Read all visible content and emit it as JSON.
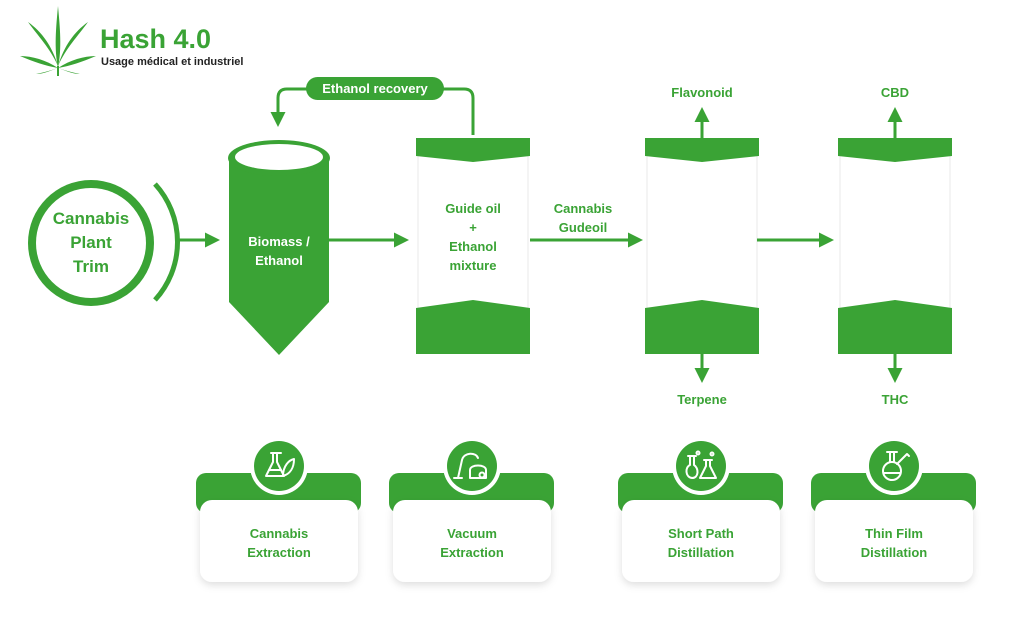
{
  "brand": {
    "title": "Hash 4.0",
    "subtitle": "Usage médical et industriel",
    "logo_icon": "cannabis-leaf-icon"
  },
  "colors": {
    "green": "#3aa335",
    "white": "#ffffff",
    "text_dark": "#222222"
  },
  "flow": {
    "source": {
      "line1": "Cannabis",
      "line2": "Plant",
      "line3": "Trim"
    },
    "recovery_label": "Ethanol recovery",
    "tank1": {
      "line1": "Biomass /",
      "line2": "Ethanol"
    },
    "tank2": {
      "line1": "Guide oil",
      "line2": "+",
      "line3": "Ethanol",
      "line4": "mixture"
    },
    "between_label": {
      "line1": "Cannabis",
      "line2": "Gudeoil"
    },
    "tank3": {
      "top_output": "Flavonoid",
      "bottom_output": "Terpene"
    },
    "tank4": {
      "top_output": "CBD",
      "bottom_output": "THC"
    }
  },
  "stages": [
    {
      "line1": "Cannabis",
      "line2": "Extraction",
      "icon": "flask-leaf-icon"
    },
    {
      "line1": "Vacuum",
      "line2": "Extraction",
      "icon": "vacuum-cleaner-icon"
    },
    {
      "line1": "Short Path",
      "line2": "Distillation",
      "icon": "lab-flasks-icon"
    },
    {
      "line1": "Thin Film",
      "line2": "Distillation",
      "icon": "round-flask-icon"
    }
  ]
}
